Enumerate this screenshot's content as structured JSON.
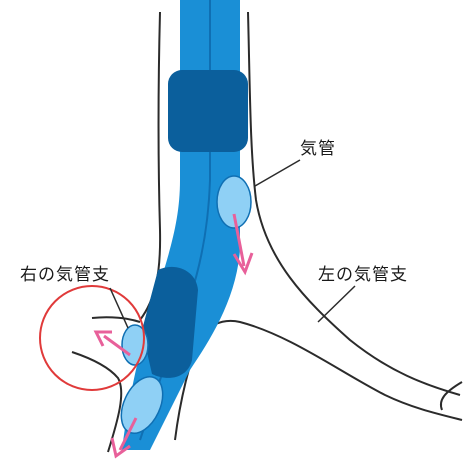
{
  "labels": {
    "trachea": "気管",
    "right_bronchus": "右の気管支",
    "left_bronchus": "左の気管支"
  },
  "colors": {
    "tube_blue": "#1a8fd6",
    "tube_dark": "#0f6fb3",
    "cuff_dark": "#0b5f9c",
    "balloon_light": "#8fd0f5",
    "arrow_pink": "#e8609a",
    "highlight_red": "#e03a3a",
    "outline": "#2b2b2b"
  },
  "icons": [
    "down-arrow-icon",
    "up-left-arrow-icon"
  ]
}
